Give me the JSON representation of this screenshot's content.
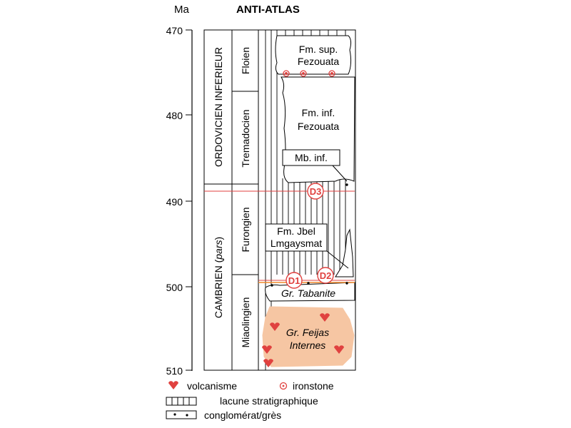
{
  "header": {
    "axis_unit": "Ma",
    "title": "ANTI-ATLAS"
  },
  "ticks": [
    "470",
    "480",
    "490",
    "500",
    "510"
  ],
  "periods": {
    "ordovician": "ORDOVICIEN INFERIEUR",
    "cambrian_prefix": "CAMBRIEN (",
    "cambrian_pars": "pars",
    "cambrian_suffix": ")"
  },
  "stages": {
    "floien": "Floien",
    "tremadocien": "Tremadocien",
    "furongien": "Furongien",
    "miaolingien": "Miaolingien"
  },
  "formations": {
    "sup_fezouata_line1": "Fm. sup.",
    "sup_fezouata_line2": "Fezouata",
    "inf_fezouata_line1": "Fm. inf.",
    "inf_fezouata_line2": "Fezouata",
    "mb_inf": "Mb. inf.",
    "jbel_line1": "Fm. Jbel",
    "jbel_line2": "Lmgaysmat",
    "tabanite": "Gr. Tabanite",
    "feijas_line1": "Gr. Feijas",
    "feijas_line2": "Internes"
  },
  "markers": {
    "d1": "D1",
    "d2": "D2",
    "d3": "D3"
  },
  "legend": {
    "volcanisme": "volcanisme",
    "ironstone": "ironstone",
    "lacune": "lacune stratigraphique",
    "conglomerat": "conglomérat/grès"
  },
  "colors": {
    "accent_red": "#e0413f",
    "volcanic_fill": "#f6c6a3",
    "unconformity_orange": "#f08a2a"
  }
}
